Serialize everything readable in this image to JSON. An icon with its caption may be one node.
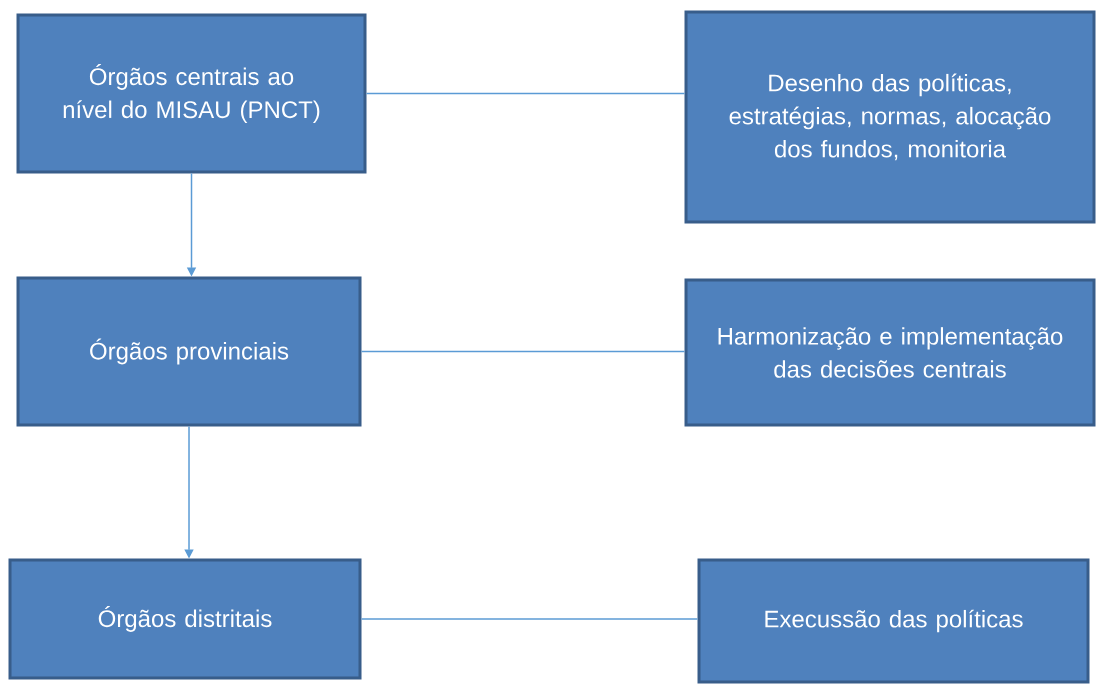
{
  "diagram": {
    "nodes": [
      {
        "text": [
          "Órgãos centrais ao nível do MISAU (PNCT)"
        ]
      },
      {
        "text": [
          "Desenho das políticas, estratégias, normas, alocação dos fundos, monitoria"
        ]
      },
      {
        "text": [
          "Órgãos provinciais"
        ]
      },
      {
        "text": [
          "Harmonização e implementação das decisões centrais"
        ]
      },
      {
        "text": [
          "Órgãos distritais"
        ]
      },
      {
        "text": [
          "Execussão das políticas"
        ]
      }
    ],
    "edges": [
      {
        "from": 0,
        "to": 1,
        "arrow": "none"
      },
      {
        "from": 0,
        "to": 2,
        "arrow": "to"
      },
      {
        "from": 2,
        "to": 3,
        "arrow": "none"
      },
      {
        "from": 2,
        "to": 4,
        "arrow": "to"
      },
      {
        "from": 4,
        "to": 5,
        "arrow": "none"
      }
    ]
  }
}
